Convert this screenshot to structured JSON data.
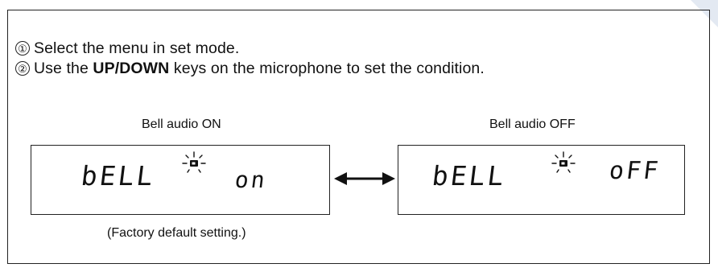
{
  "steps": [
    {
      "number": "①",
      "text": "Select the menu in set mode."
    },
    {
      "number": "②",
      "before": "Use the ",
      "bold": "UP/DOWN",
      "after": " keys on the microphone to set the condition."
    }
  ],
  "displays": [
    {
      "caption": "Bell audio ON",
      "main": "bELL",
      "value": "on"
    },
    {
      "caption": "Bell audio OFF",
      "main": "bELL",
      "value": "oFF"
    }
  ],
  "note": "(Factory default setting.)",
  "icons": {
    "blink": "blinking-indicator-icon",
    "arrow": "double-arrow-icon"
  }
}
